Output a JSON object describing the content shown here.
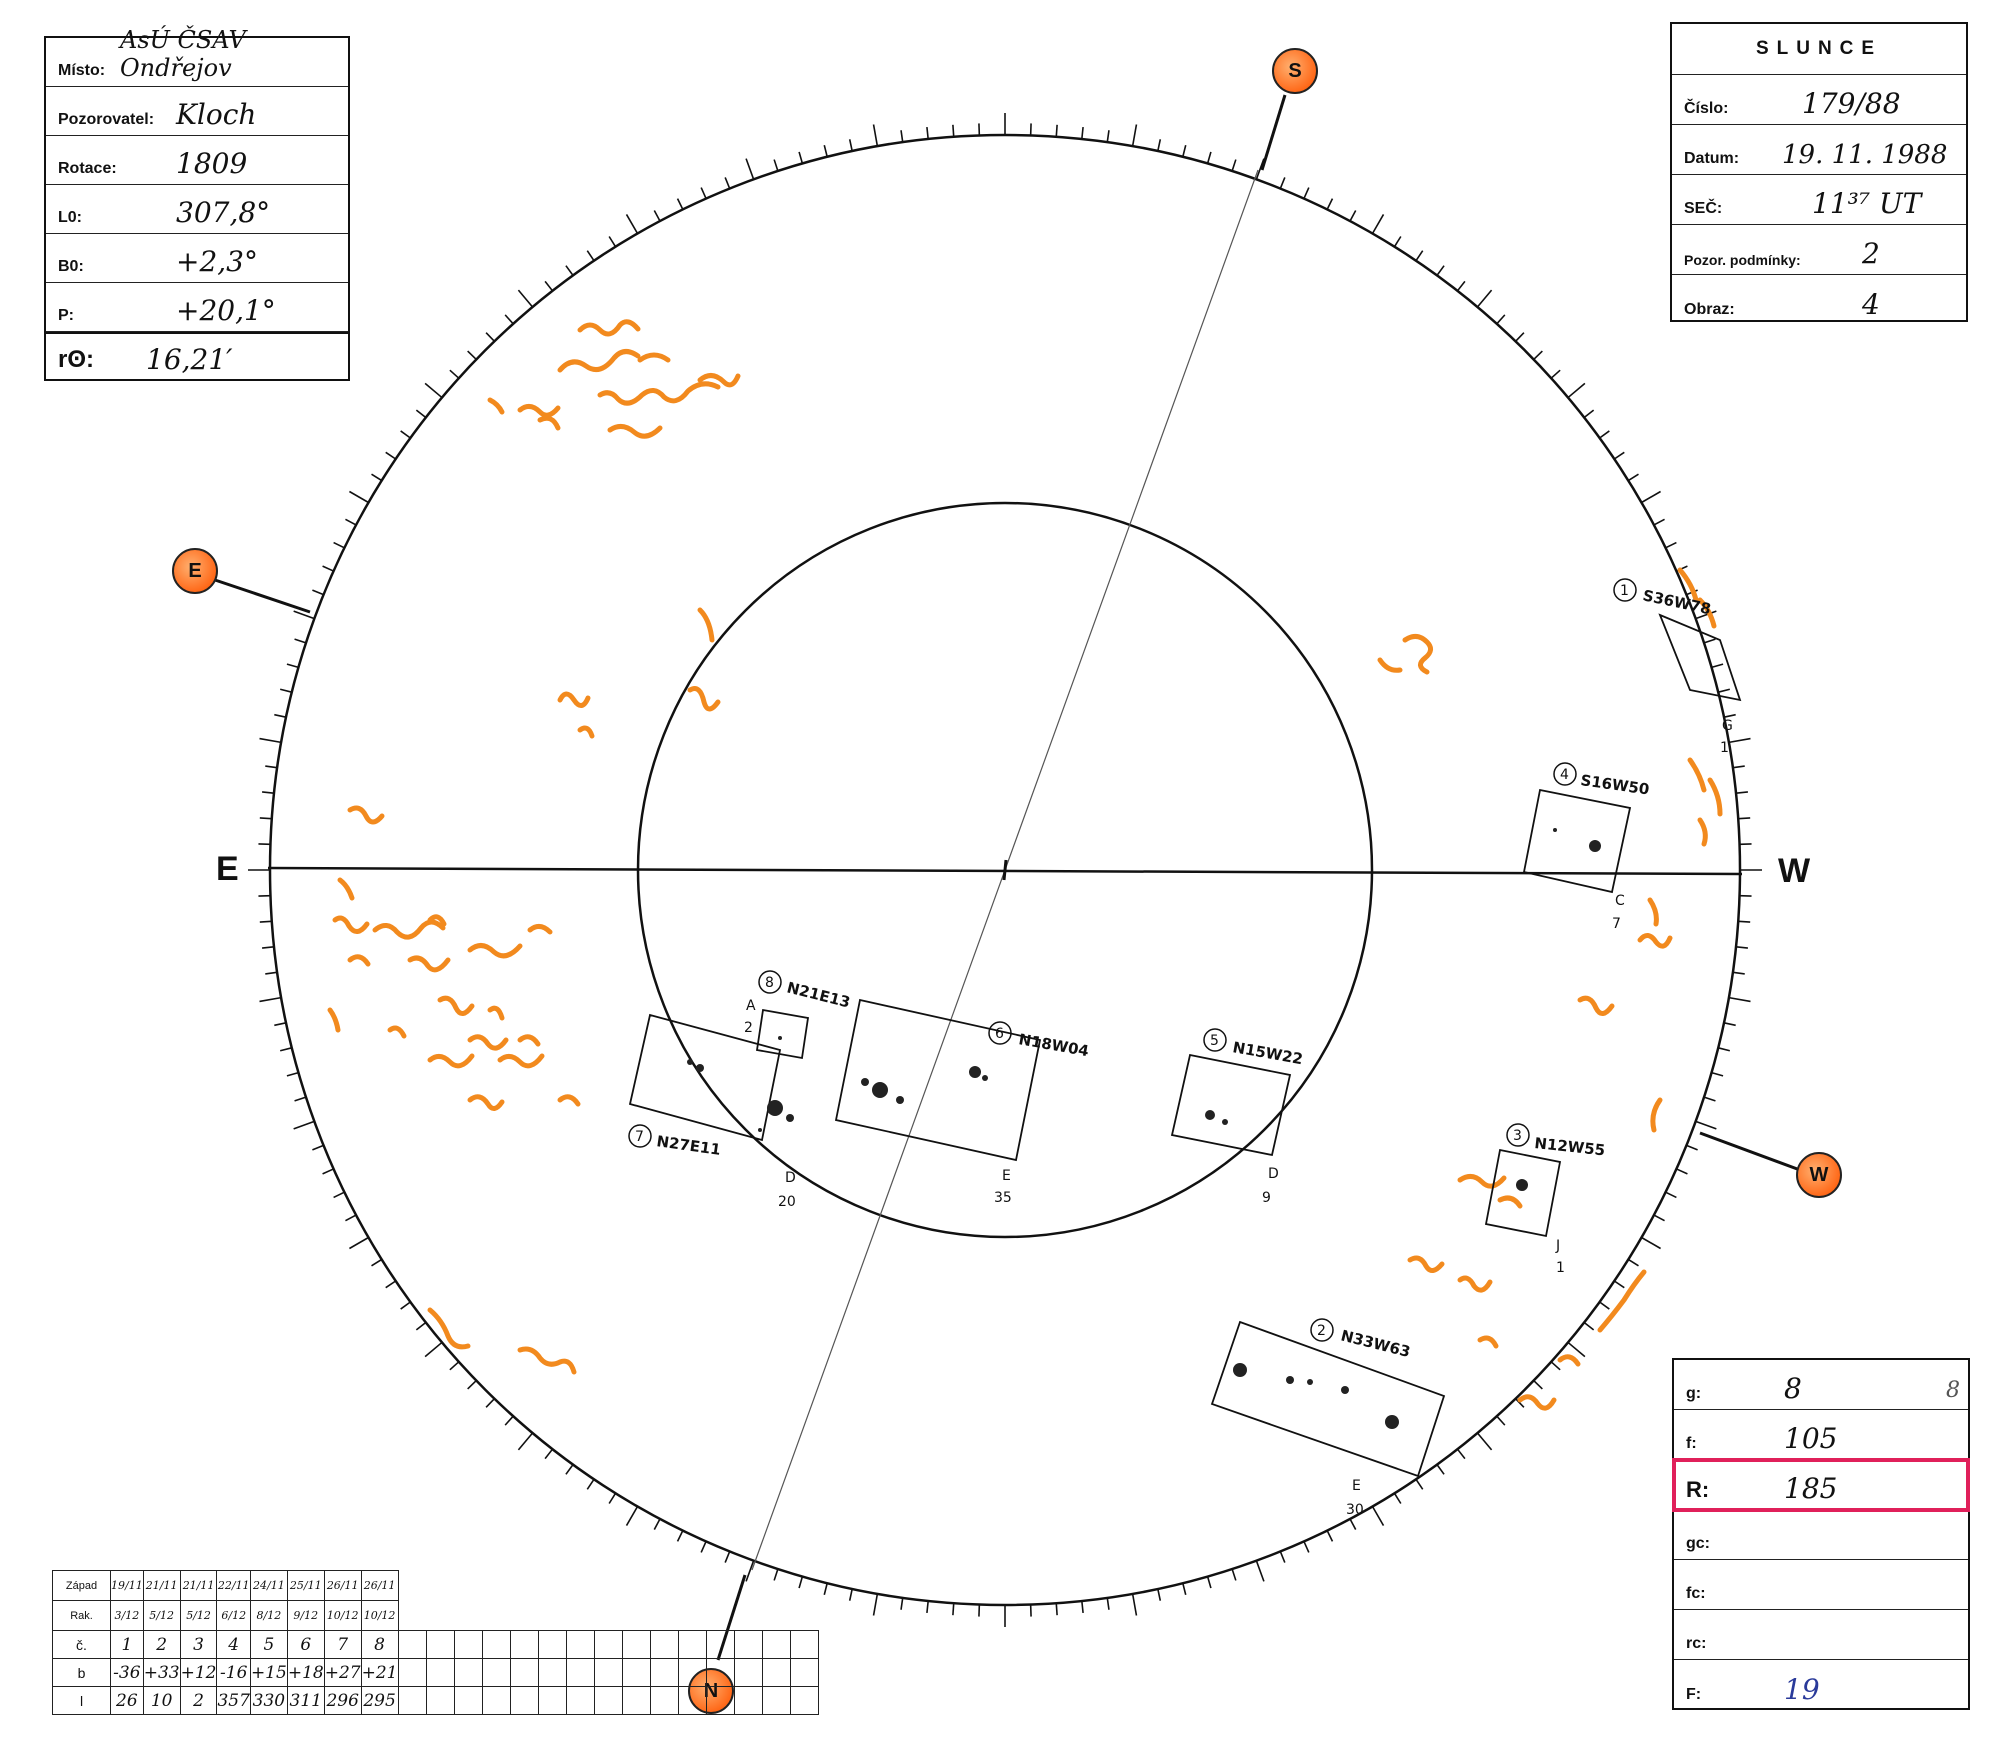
{
  "left_info": {
    "rows": [
      {
        "label": "Místo:",
        "value": "AsÚ ČSAV Ondřejov"
      },
      {
        "label": "Pozorovatel:",
        "value": "Kloch"
      },
      {
        "label": "Rotace:",
        "value": "1809"
      },
      {
        "label": "L0:",
        "value": "307,8°"
      },
      {
        "label": "B0:",
        "value": "+2,3°"
      },
      {
        "label": "P:",
        "value": "+20,1°"
      }
    ],
    "r_label": "rʘ:",
    "r_value": "16,21′"
  },
  "right_info": {
    "title": "SLUNCE",
    "rows": [
      {
        "label": "Číslo:",
        "value": "179/88"
      },
      {
        "label": "Datum:",
        "value": "19. 11. 1988"
      },
      {
        "label": "SEČ:",
        "value": "11³⁷ UT"
      },
      {
        "label": "Pozor. podmínky:",
        "value": "2"
      },
      {
        "label": "Obraz:",
        "value": "4"
      }
    ]
  },
  "counts": {
    "rows": [
      {
        "label": "g:",
        "value": "8",
        "extra": "8"
      },
      {
        "label": "f:",
        "value": "105"
      },
      {
        "label": "R:",
        "value": "185"
      },
      {
        "label": "gc:",
        "value": ""
      },
      {
        "label": "fc:",
        "value": ""
      },
      {
        "label": "rc:",
        "value": ""
      },
      {
        "label": "F:",
        "value": "19"
      }
    ]
  },
  "rotation_table": {
    "row_labels": [
      "Západ",
      "Rak.",
      "č.",
      "b",
      "l"
    ],
    "zapad": [
      "19/11",
      "21/11",
      "21/11",
      "22/11",
      "24/11",
      "25/11",
      "26/11",
      "26/11"
    ],
    "rak": [
      "3/12",
      "5/12",
      "5/12",
      "6/12",
      "8/12",
      "9/12",
      "10/12",
      "10/12"
    ],
    "c": [
      "1",
      "2",
      "3",
      "4",
      "5",
      "6",
      "7",
      "8"
    ],
    "b": [
      "-36",
      "+33",
      "+12",
      "-16",
      "+15",
      "+18",
      "+27",
      "+21"
    ],
    "l": [
      "26",
      "10",
      "2",
      "357",
      "330",
      "311",
      "296",
      "295"
    ]
  },
  "compass": {
    "S": "S",
    "E": "E",
    "W": "W",
    "N": "N",
    "axis_E": "E",
    "axis_W": "W"
  },
  "regions": [
    {
      "num": "1",
      "name": "S36W78",
      "cls_top": "G",
      "cls_bottom": "1"
    },
    {
      "num": "2",
      "name": "N33W63",
      "cls_top": "E",
      "cls_bottom": "30"
    },
    {
      "num": "3",
      "name": "N12W55",
      "cls_top": "J",
      "cls_bottom": "1"
    },
    {
      "num": "4",
      "name": "S16W50",
      "cls_top": "C",
      "cls_bottom": "7"
    },
    {
      "num": "5",
      "name": "N15W22",
      "cls_top": "D",
      "cls_bottom": "9"
    },
    {
      "num": "6",
      "name": "N18W04",
      "cls_top": "E",
      "cls_bottom": "35"
    },
    {
      "num": "7",
      "name": "N27E11",
      "cls_top": "D",
      "cls_bottom": "20"
    },
    {
      "num": "8",
      "name": "N21E13",
      "cls_top": "A",
      "cls_bottom": "2"
    }
  ],
  "colors": {
    "faculae": "#f28a1e",
    "highlight": "#e0205a",
    "ink": "#111111"
  }
}
